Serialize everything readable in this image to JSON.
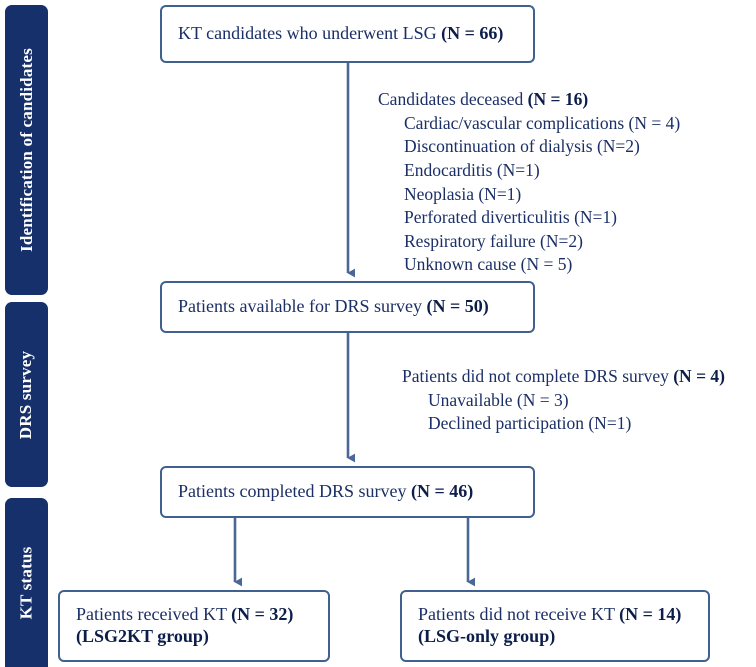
{
  "figure": {
    "type": "flowchart",
    "orientation": "vertical",
    "accent_navy": "#16306b",
    "box_border": "#40618f",
    "text_navy": "#1b2f66",
    "arrow_color": "#4a6796"
  },
  "stages": [
    {
      "id": "identification",
      "label": "Identification of candidates"
    },
    {
      "id": "drs-survey",
      "label": "DRS survey"
    },
    {
      "id": "kt-status",
      "label": "KT status"
    }
  ],
  "nodes": {
    "candidates": {
      "lines": [
        {
          "text": "KT candidates who underwent LSG ",
          "bold": "(N = 66)"
        }
      ]
    },
    "available": {
      "lines": [
        {
          "text": "Patients available for DRS survey ",
          "bold": "(N = 50)"
        }
      ]
    },
    "completed": {
      "lines": [
        {
          "text": "Patients completed DRS survey ",
          "bold": "(N = 46)"
        }
      ]
    },
    "received_kt": {
      "line1_text": "Patients received KT ",
      "line1_bold": "(N = 32)",
      "line2_bold": "(LSG2KT group)"
    },
    "no_kt": {
      "line1_text": "Patients did not receive KT ",
      "line1_bold": "(N = 14)",
      "line2_bold": "(LSG-only group)"
    }
  },
  "notes": {
    "deceased": {
      "head_text": "Candidates deceased ",
      "head_bold": "(N = 16)",
      "items": [
        "Cardiac/vascular complications (N = 4)",
        "Discontinuation of dialysis (N=2)",
        "Endocarditis (N=1)",
        "Neoplasia (N=1)",
        "Perforated diverticulitis (N=1)",
        "Respiratory failure (N=2)",
        "Unknown cause (N = 5)"
      ]
    },
    "not_completed": {
      "head_text": "Patients did not complete DRS survey ",
      "head_bold": "(N = 4)",
      "items": [
        "Unavailable (N = 3)",
        "Declined participation (N=1)"
      ]
    }
  },
  "counts": {
    "underwent_lsg": 66,
    "deceased_total": 16,
    "deceased_breakdown": [
      {
        "cause": "Cardiac/vascular complications",
        "n": 4
      },
      {
        "cause": "Discontinuation of dialysis",
        "n": 2
      },
      {
        "cause": "Endocarditis",
        "n": 1
      },
      {
        "cause": "Neoplasia",
        "n": 1
      },
      {
        "cause": "Perforated diverticulitis",
        "n": 1
      },
      {
        "cause": "Respiratory failure",
        "n": 2
      },
      {
        "cause": "Unknown cause",
        "n": 5
      }
    ],
    "available_for_survey": 50,
    "not_completed_total": 4,
    "not_completed_breakdown": [
      {
        "reason": "Unavailable",
        "n": 3
      },
      {
        "reason": "Declined participation",
        "n": 1
      }
    ],
    "completed_survey": 46,
    "received_kt": 32,
    "did_not_receive_kt": 14
  }
}
